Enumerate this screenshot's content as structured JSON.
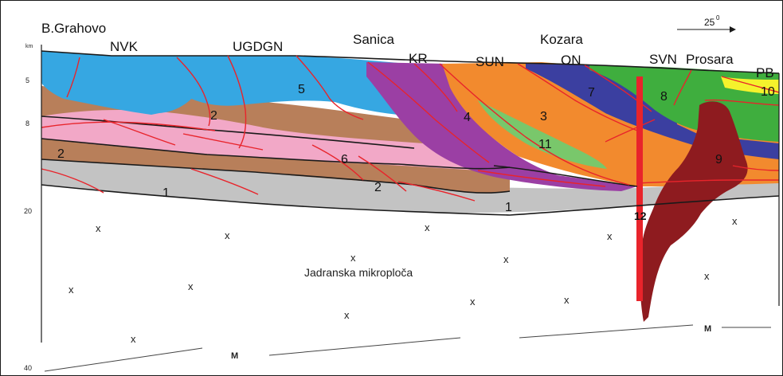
{
  "regions": [
    "B.Grahovo",
    "NVK",
    "UGDGN",
    "Sanica",
    "KR",
    "SUN",
    "Kozara",
    "ON",
    "SVN",
    "Prosara",
    "PB"
  ],
  "depth_axis": {
    "unit": "km",
    "ticks": [
      "5",
      "8",
      "20",
      "40"
    ]
  },
  "orientation": {
    "value": "25",
    "superscript": "0"
  },
  "unit_numbers": [
    "1",
    "2",
    "3",
    "4",
    "5",
    "6",
    "7",
    "8",
    "9",
    "10",
    "11",
    "12"
  ],
  "basement": {
    "label": "Jadranska mikroploča",
    "mark": "x",
    "moho": "M"
  },
  "colors": {
    "basement_grey": "#c3c3c3",
    "brown": "#b87f5a",
    "pink": "#f2a8c7",
    "blue": "#36a7e2",
    "purple": "#9b3fa4",
    "orange": "#f28a2e",
    "light_green": "#79c76b",
    "navy": "#3b3fa0",
    "green": "#3fae3e",
    "yellow": "#f5f22c",
    "intrusion": "#8e1b1f",
    "fault": "#e8242b"
  }
}
